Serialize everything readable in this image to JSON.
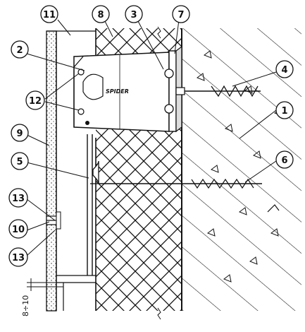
{
  "callouts": [
    {
      "id": "c11",
      "label": "11"
    },
    {
      "id": "c8",
      "label": "8"
    },
    {
      "id": "c3",
      "label": "3"
    },
    {
      "id": "c7",
      "label": "7"
    },
    {
      "id": "c2",
      "label": "2"
    },
    {
      "id": "c4",
      "label": "4"
    },
    {
      "id": "c12",
      "label": "12"
    },
    {
      "id": "c1",
      "label": "1"
    },
    {
      "id": "c9",
      "label": "9"
    },
    {
      "id": "c5",
      "label": "5"
    },
    {
      "id": "c6",
      "label": "6"
    },
    {
      "id": "c13a",
      "label": "13"
    },
    {
      "id": "c10",
      "label": "10"
    },
    {
      "id": "c13b",
      "label": "13"
    }
  ],
  "dimension_label": "8÷10",
  "bracket_logo_text": "SPIDER",
  "colors": {
    "ink": "#111111",
    "paper": "#ffffff"
  }
}
